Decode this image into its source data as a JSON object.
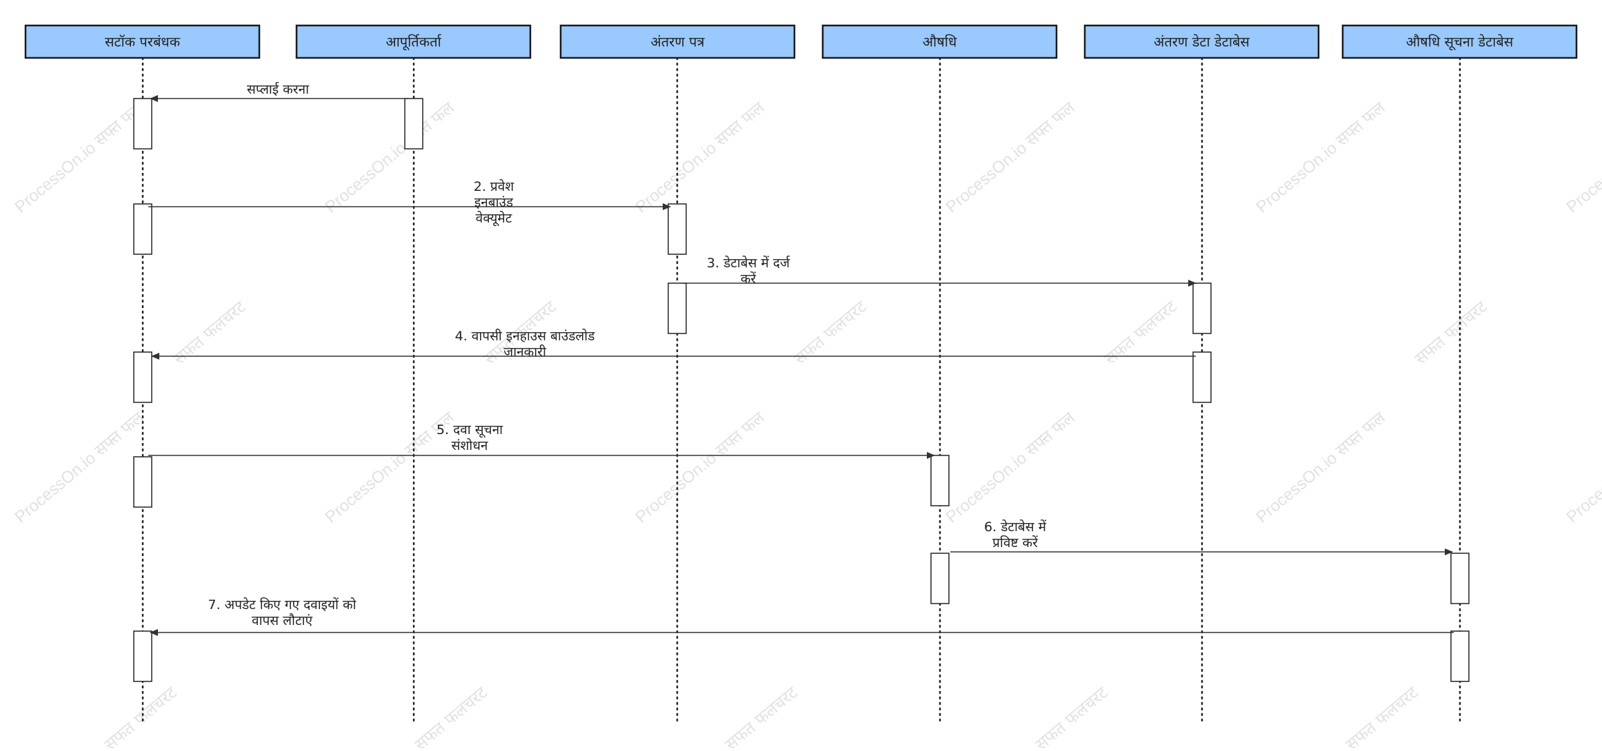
{
  "watermark": {
    "text_latin": "ProcessOn.io सफ्त फल",
    "text_devanagari": "सफत फलचरट"
  },
  "colors": {
    "actor_fill": "#99c9ff",
    "actor_border": "#1a1a1a",
    "line": "#333333"
  },
  "actors": [
    {
      "id": "stock-manager",
      "label": "सटॉक परबंधक"
    },
    {
      "id": "supplier",
      "label": "आपूर्तिकर्ता"
    },
    {
      "id": "transfer-letter",
      "label": "अंतरण पत्र"
    },
    {
      "id": "medicine",
      "label": "औषधि"
    },
    {
      "id": "transfer-data-db",
      "label": "अंतरण डेटा डेटाबेस"
    },
    {
      "id": "medicine-info-db",
      "label": "औषधि सूचना डेटाबेस"
    }
  ],
  "messages": [
    {
      "lines": [
        "सप्लाई करना"
      ]
    },
    {
      "lines": [
        "2. प्रवेश",
        "इनबाउंड",
        "वेक्यूमेट"
      ]
    },
    {
      "lines": [
        "3. डेटाबेस में दर्ज",
        "करें"
      ]
    },
    {
      "lines": [
        "4. वापसी इनहाउस बाउंडलोड",
        "जानकारी"
      ]
    },
    {
      "lines": [
        "5. दवा सूचना",
        "संशोधन"
      ]
    },
    {
      "lines": [
        "6. डेटाबेस में",
        "प्रविष्ट करें"
      ]
    },
    {
      "lines": [
        "7. अपडेट किए गए दवाइयों को",
        "वापस लौटाएं"
      ]
    }
  ]
}
